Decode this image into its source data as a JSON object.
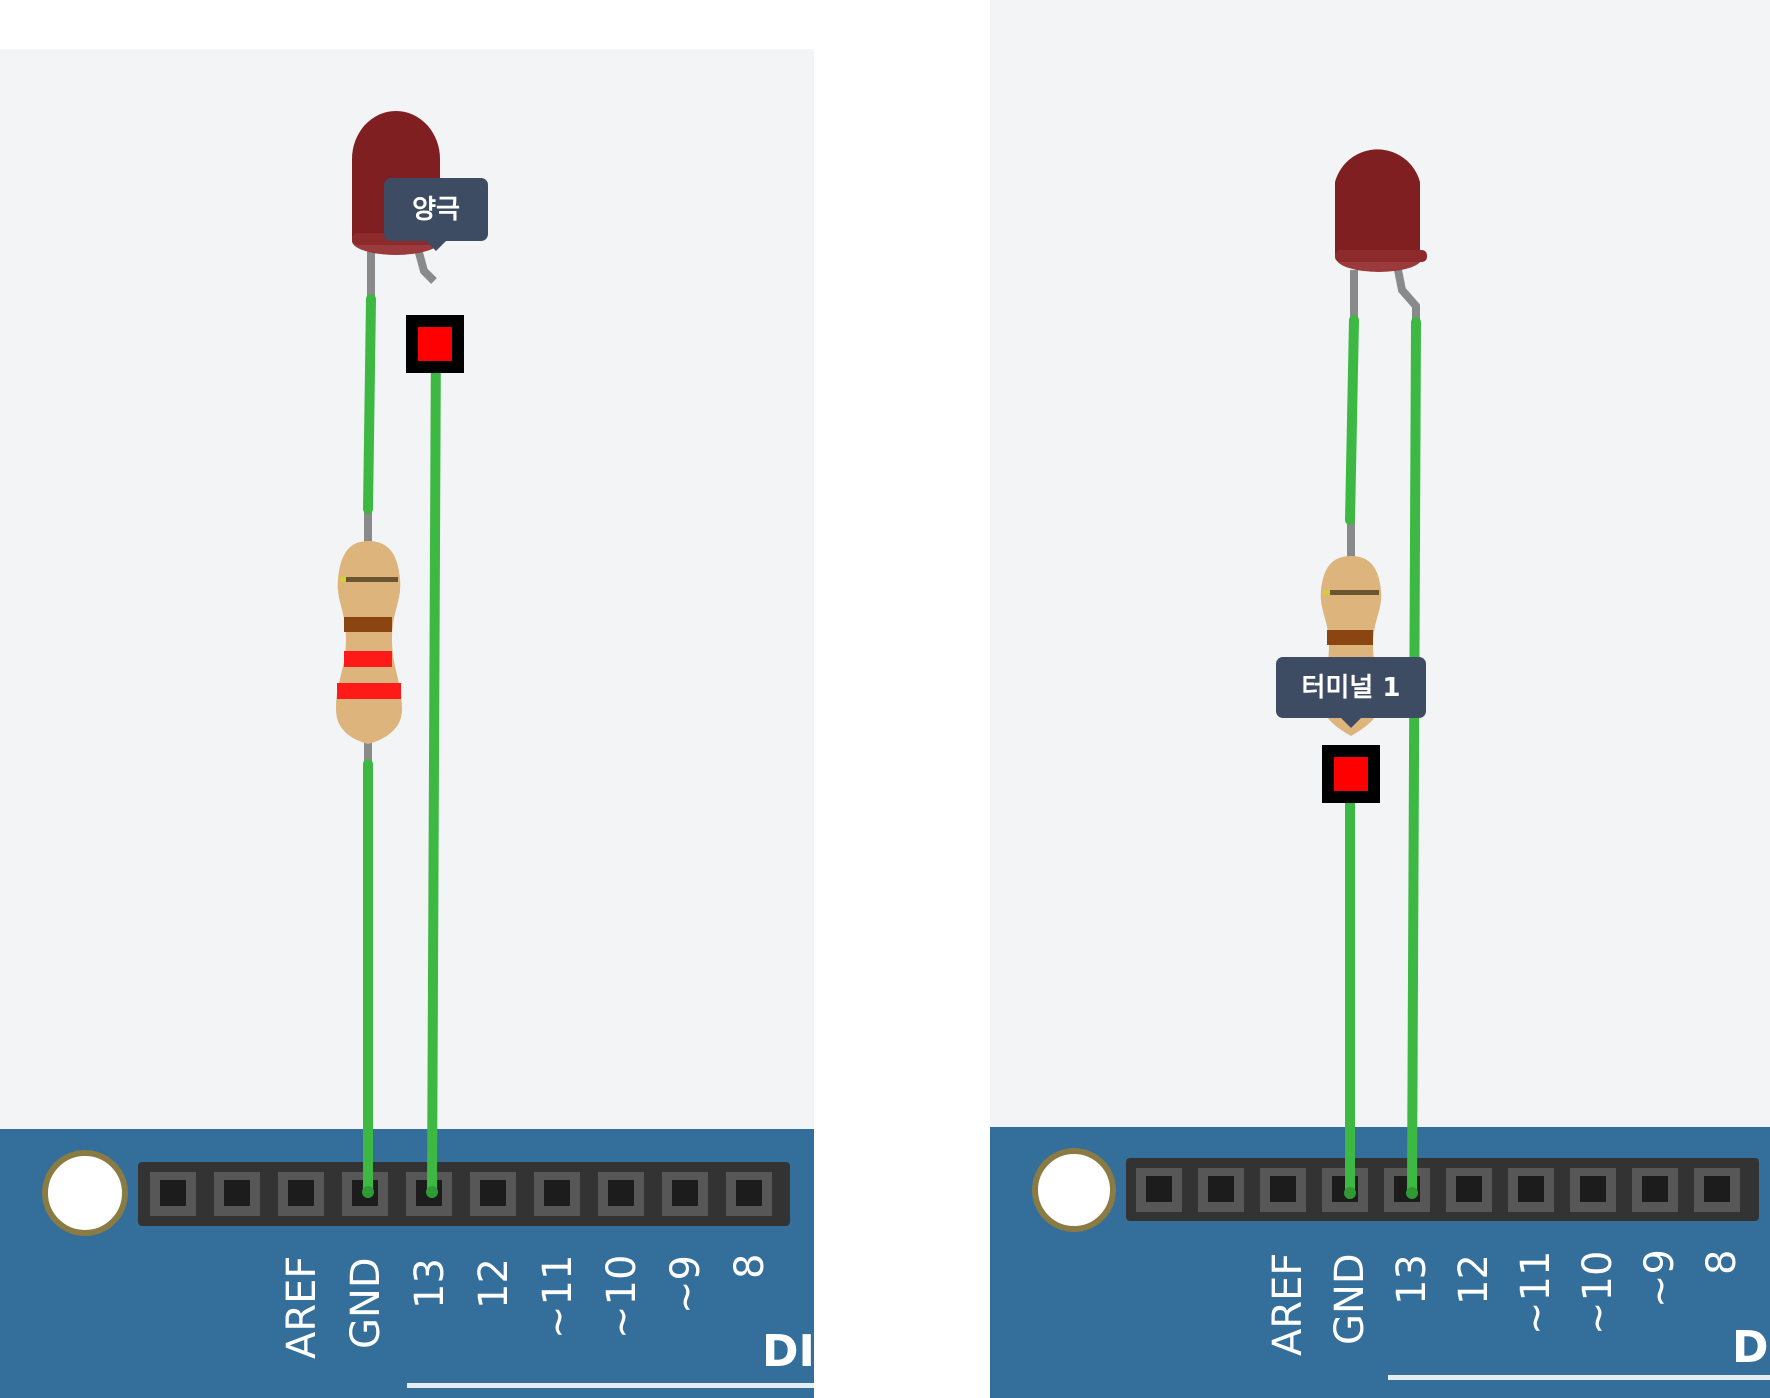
{
  "left_view": {
    "tooltip": "양극",
    "pins": [
      "AREF",
      "GND",
      "13",
      "12",
      "~11",
      "~10",
      "~9",
      "8"
    ],
    "section_label": "DI"
  },
  "right_view": {
    "tooltip": "터미널 1",
    "pins": [
      "AREF",
      "GND",
      "13",
      "12",
      "~11",
      "~10",
      "~9",
      "8"
    ],
    "section_label": "D"
  },
  "colors": {
    "canvas": "#f3f4f6",
    "board": "#336f9a",
    "wire": "#3db843",
    "led": "#7f1f21",
    "resistor_body": "#dcb47c",
    "highlight": "#ff0000"
  }
}
